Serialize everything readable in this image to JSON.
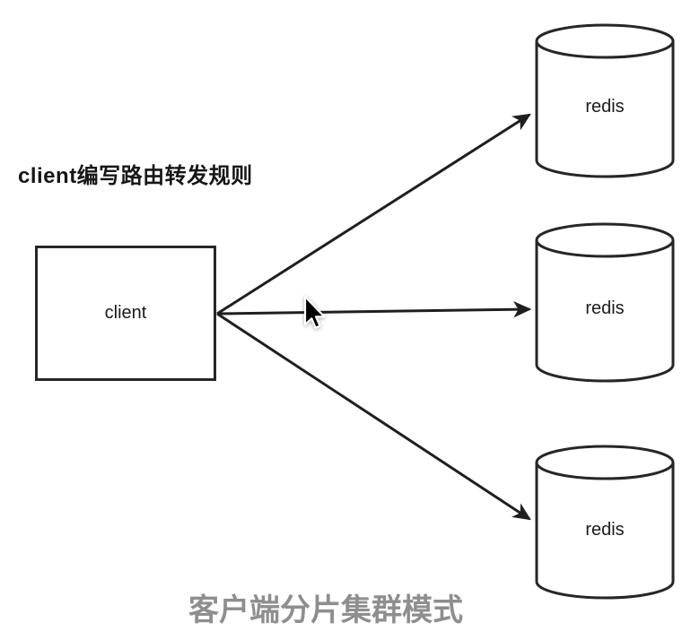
{
  "diagram": {
    "annotation": "client编写路由转发规则",
    "client": {
      "label": "client"
    },
    "redis_nodes": [
      {
        "label": "redis"
      },
      {
        "label": "redis"
      },
      {
        "label": "redis"
      }
    ],
    "arrows": [
      {
        "from": "client",
        "to": "redis-1"
      },
      {
        "from": "client",
        "to": "redis-2"
      },
      {
        "from": "client",
        "to": "redis-3"
      }
    ],
    "caption": "客户端分片集群模式",
    "colors": {
      "line": "#1f1f1f",
      "caption_text": "#8e8e8e",
      "label_text": "#1b1b1b",
      "background": "#ffffff"
    }
  }
}
